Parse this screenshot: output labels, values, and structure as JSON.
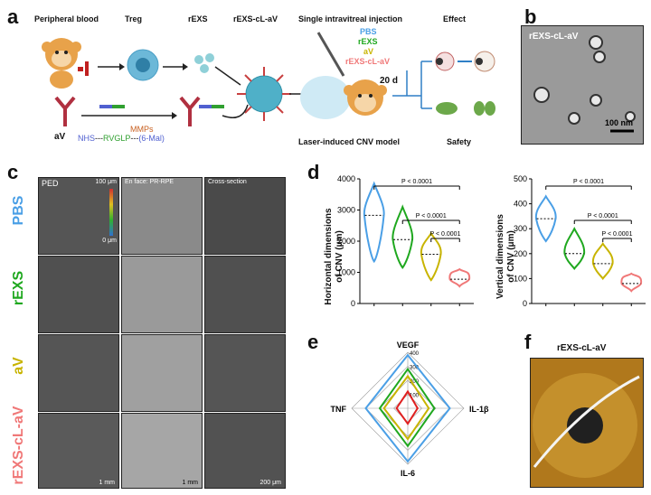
{
  "panel_labels": {
    "a": "a",
    "b": "b",
    "c": "c",
    "d": "d",
    "e": "e",
    "f": "f"
  },
  "panel_a": {
    "headers": [
      "Peripheral blood",
      "Treg",
      "rEXS",
      "rEXS-cL-aV",
      "Single intravitreal injection",
      "Effect"
    ],
    "legend": [
      "PBS",
      "rEXS",
      "aV",
      "rEXS-cL-aV"
    ],
    "legend_colors": [
      "#4a9fe6",
      "#1fa81f",
      "#c8b400",
      "#f07878"
    ],
    "av_label": "aV",
    "linker": {
      "nhs": "NHS",
      "rv": "RV",
      "glp": "GLP",
      "mal": "(6-Mal)"
    },
    "mmps": "MMPs",
    "days": "20 d",
    "model": "Laser-induced CNV model",
    "safety": "Safety"
  },
  "panel_b": {
    "title": "rEXS-cL-aV",
    "scale": "100 nm"
  },
  "panel_c": {
    "rows": [
      "PBS",
      "rEXS",
      "aV",
      "rEXS-cL-aV"
    ],
    "row_colors": [
      "#4a9fe6",
      "#1fa81f",
      "#c8b400",
      "#f07878"
    ],
    "col_labels": [
      "PED",
      "En face: PR-RPE",
      "Cross-section"
    ],
    "scale_top": "100 μm",
    "scale_zero": "0 μm",
    "scale_1mm_a": "1 mm",
    "scale_1mm_b": "1 mm",
    "scale_200": "200 μm"
  },
  "panel_d": {
    "left": {
      "ylabel_line1": "Horizontal dimensions",
      "ylabel_line2": "of CNV (μm)",
      "ticks": [
        "0",
        "1000",
        "2000",
        "3000",
        "4000"
      ],
      "pvals": [
        "P < 0.0001",
        "P < 0.0001",
        "P < 0.0001"
      ]
    },
    "right": {
      "ylabel_line1": "Vertical dimensions",
      "ylabel_line2": "of CNV (μm)",
      "ticks": [
        "0",
        "100",
        "200",
        "300",
        "400",
        "500"
      ],
      "pvals": [
        "P < 0.0001",
        "P < 0.0001",
        "P < 0.0001"
      ]
    }
  },
  "chart_data": [
    {
      "type": "violin",
      "categories": [
        "PBS",
        "rEXS",
        "aV",
        "rEXS-cL-aV"
      ],
      "ylabel": "Horizontal dimensions of CNV (μm)",
      "ylim": [
        0,
        4000
      ],
      "median": [
        2830,
        2050,
        1580,
        780
      ],
      "range": [
        [
          1350,
          3850
        ],
        [
          1150,
          3100
        ],
        [
          750,
          2250
        ],
        [
          550,
          1100
        ]
      ],
      "colors": [
        "#4a9fe6",
        "#1fa81f",
        "#c8b400",
        "#f07878"
      ]
    },
    {
      "type": "violin",
      "categories": [
        "PBS",
        "rEXS",
        "aV",
        "rEXS-cL-aV"
      ],
      "ylabel": "Vertical dimensions of CNV (μm)",
      "ylim": [
        0,
        500
      ],
      "median": [
        340,
        200,
        160,
        80
      ],
      "range": [
        [
          250,
          430
        ],
        [
          140,
          300
        ],
        [
          100,
          240
        ],
        [
          50,
          120
        ]
      ],
      "colors": [
        "#4a9fe6",
        "#1fa81f",
        "#c8b400",
        "#f07878"
      ]
    },
    {
      "type": "radar",
      "axes": [
        "VEGF",
        "IL-1β",
        "IL-6",
        "TNF"
      ],
      "ticks": [
        "100",
        "200",
        "300",
        "400"
      ],
      "series": [
        {
          "values": [
            380,
            300,
            380,
            300
          ],
          "color": "#4a9fe6"
        },
        {
          "values": [
            280,
            190,
            270,
            200
          ],
          "color": "#1fa81f"
        },
        {
          "values": [
            230,
            150,
            220,
            170
          ],
          "color": "#c8b400"
        },
        {
          "values": [
            120,
            70,
            110,
            80
          ],
          "color": "#e02020"
        }
      ]
    }
  ],
  "panel_f": {
    "title": "rEXS-cL-aV"
  }
}
